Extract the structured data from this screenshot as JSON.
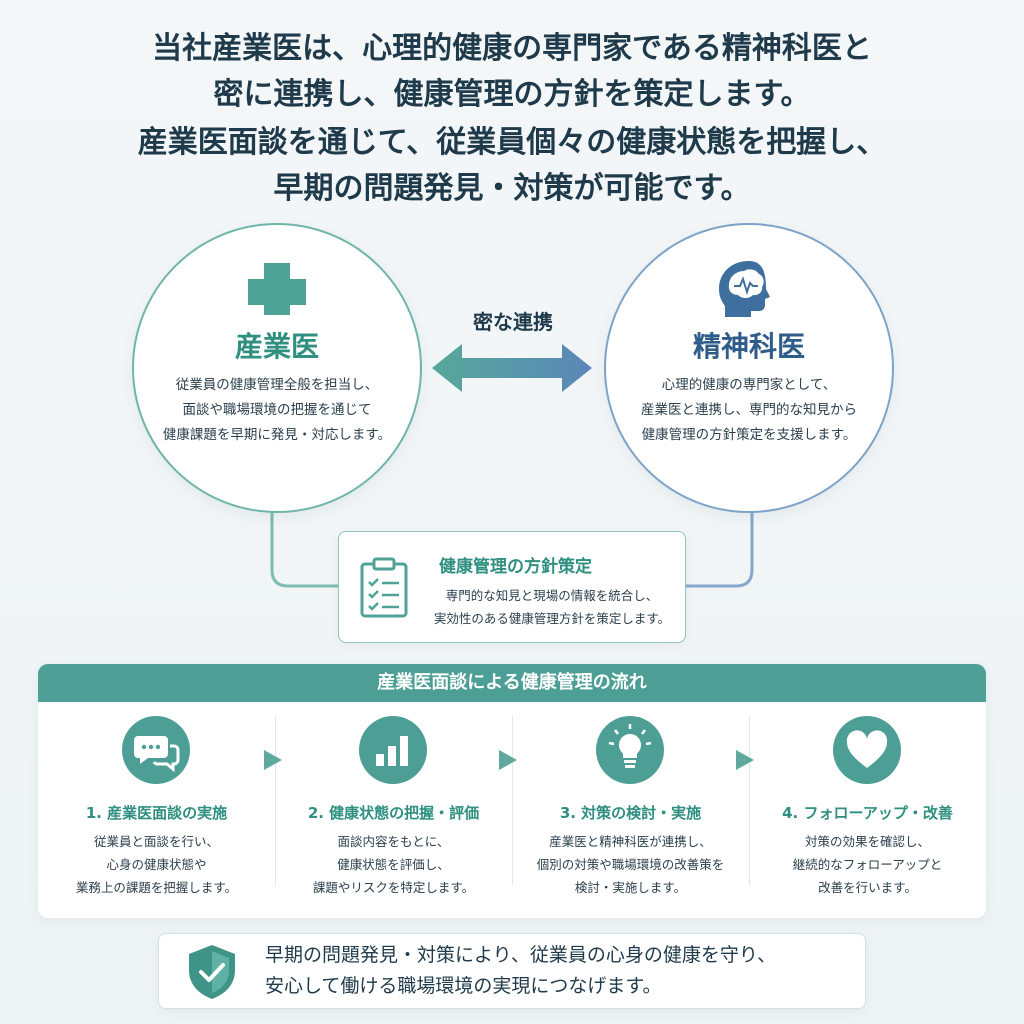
{
  "headline": {
    "lines": [
      "当社産業医は、心理的健康の専門家である精神科医と",
      "密に連携し、健康管理の方針を策定します。",
      "産業医面談を通じて、従業員個々の健康状態を把握し、",
      "早期の問題発見・対策が可能です。"
    ]
  },
  "industrial_doctor": {
    "icon": "medical-cross-icon",
    "title": "産業医",
    "description": [
      "従業員の健康管理全般を担当し、",
      "面談や職場環境の把握を通じて",
      "健康課題を早期に発見・対応します。"
    ]
  },
  "psychiatrist": {
    "icon": "head-brain-icon",
    "title": "精神科医",
    "description": [
      "心理的健康の専門家として、",
      "産業医と連携し、専門的な知見から",
      "健康管理の方針策定を支援します。"
    ]
  },
  "link": {
    "label": "密な連携",
    "icon": "double-arrow-icon"
  },
  "policy": {
    "icon": "clipboard-checklist-icon",
    "title": "健康管理の方針策定",
    "description": [
      "専門的な知見と現場の情報を統合し、",
      "実効性のある健康管理方針を策定します。"
    ]
  },
  "flow": {
    "title": "産業医面談による健康管理の流れ",
    "steps": [
      {
        "icon": "chat-bubbles-icon",
        "title": "1. 産業医面談の実施",
        "description": [
          "従業員と面談を行い、",
          "心身の健康状態や",
          "業務上の課題を把握します。"
        ]
      },
      {
        "icon": "bar-chart-icon",
        "title": "2. 健康状態の把握・評価",
        "description": [
          "面談内容をもとに、",
          "健康状態を評価し、",
          "課題やリスクを特定します。"
        ]
      },
      {
        "icon": "lightbulb-icon",
        "title": "3. 対策の検討・実施",
        "description": [
          "産業医と精神科医が連携し、",
          "個別の対策や職場環境の改善策を",
          "検討・実施します。"
        ]
      },
      {
        "icon": "heart-icon",
        "title": "4. フォローアップ・改善",
        "description": [
          "対策の効果を確認し、",
          "継続的なフォローアップと",
          "改善を行います。"
        ]
      }
    ]
  },
  "footer": {
    "icon": "shield-check-icon",
    "lines": [
      "早期の問題発見・対策により、従業員の心身の健康を守り、",
      "安心して働ける職場環境の実現につなげます。"
    ]
  },
  "colors": {
    "teal": "#4d9f95",
    "teal_text": "#2f8f80",
    "blue": "#2f5d8a",
    "dark_text": "#1f3a4a"
  }
}
